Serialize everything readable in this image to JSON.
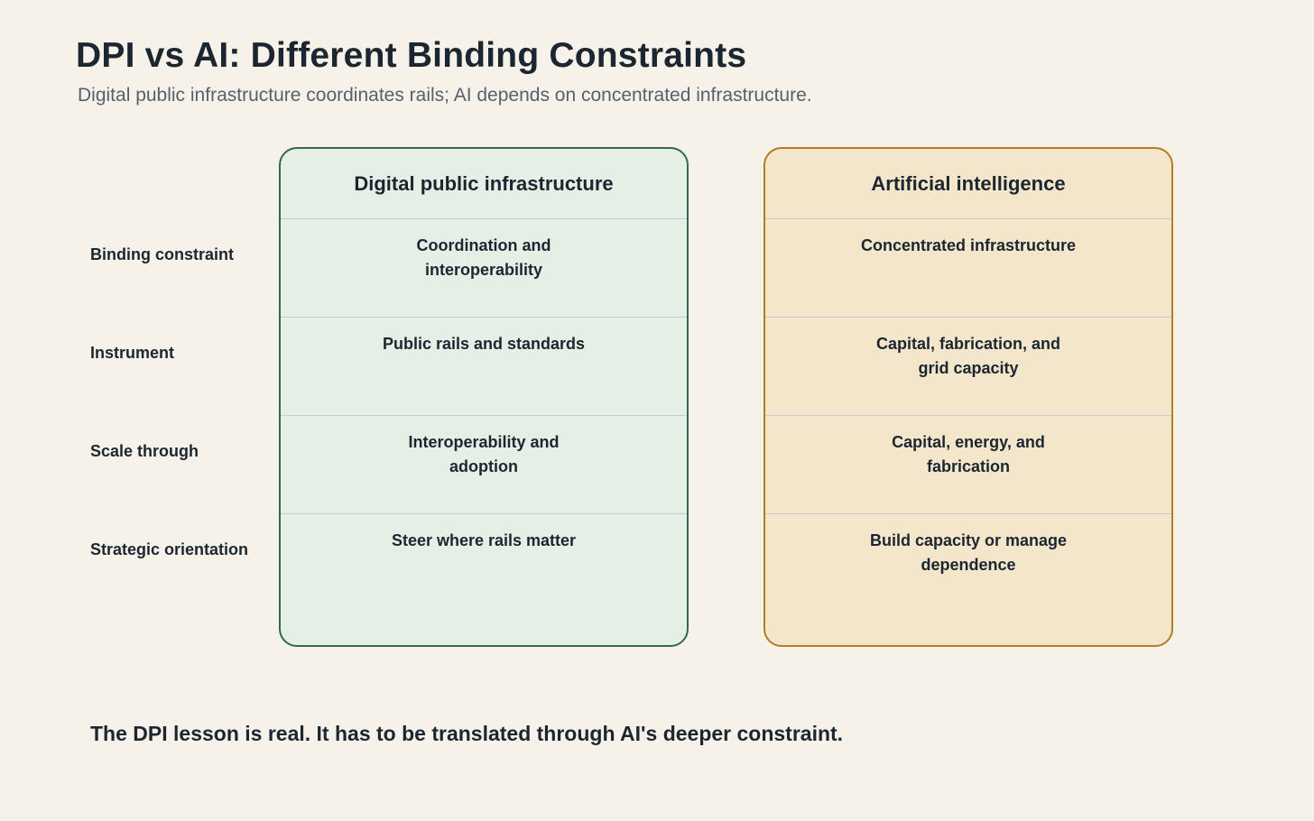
{
  "title": "DPI vs AI: Different Binding Constraints",
  "subtitle": "Digital public infrastructure coordinates rails; AI depends on concentrated infrastructure.",
  "row_labels": [
    "Binding constraint",
    "Instrument",
    "Scale through",
    "Strategic orientation"
  ],
  "columns": [
    {
      "header": "Digital public infrastructure",
      "cells": [
        "Coordination and interoperability",
        "Public rails and standards",
        "Interoperability and adoption",
        "Steer where rails matter"
      ]
    },
    {
      "header": "Artificial intelligence",
      "cells": [
        "Concentrated infrastructure",
        "Capital, fabrication, and grid capacity",
        "Capital, energy, and fabrication",
        "Build capacity or manage dependence"
      ]
    }
  ],
  "footer": "The DPI lesson is real. It has to be translated through AI's deeper constraint.",
  "colors": {
    "background": "#f6f2ea",
    "dpi_fill": "#e5efe5",
    "dpi_border": "#2f6b4a",
    "ai_fill": "#f3e6cb",
    "ai_border": "#b07e24",
    "divider": "#c3cbd0",
    "text": "#1c2630",
    "subtitle": "#56616b"
  }
}
